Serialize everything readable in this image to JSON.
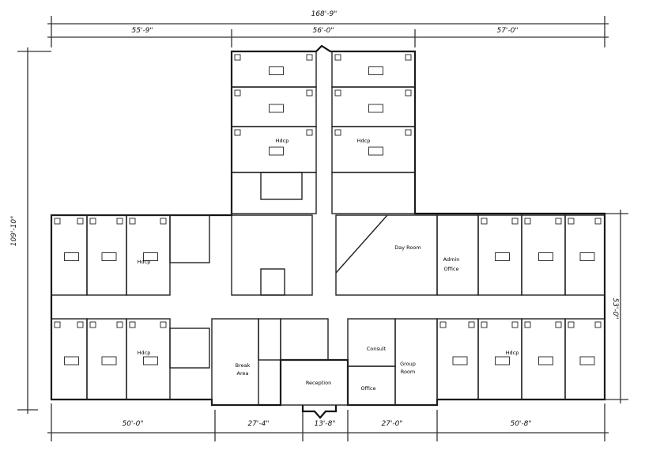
{
  "dimensions": {
    "overall_width": "168'-9\"",
    "top": [
      "55'-9\"",
      "56'-0\"",
      "57'-0\""
    ],
    "bottom": [
      "50'-0\"",
      "27'-4\"",
      "13'-8\"",
      "27'-0\"",
      "50'-8\""
    ],
    "left_height": "109'-10\"",
    "right_height": "53'-0\""
  },
  "rooms": {
    "hdcp_label": "Hdcp",
    "day_room": "Day Room",
    "admin_office": [
      "Admin",
      "Office"
    ],
    "consult": "Consult",
    "group_room": [
      "Group",
      "Room"
    ],
    "office": "Office",
    "reception": "Reception",
    "break_area": [
      "Break",
      "Area"
    ]
  }
}
